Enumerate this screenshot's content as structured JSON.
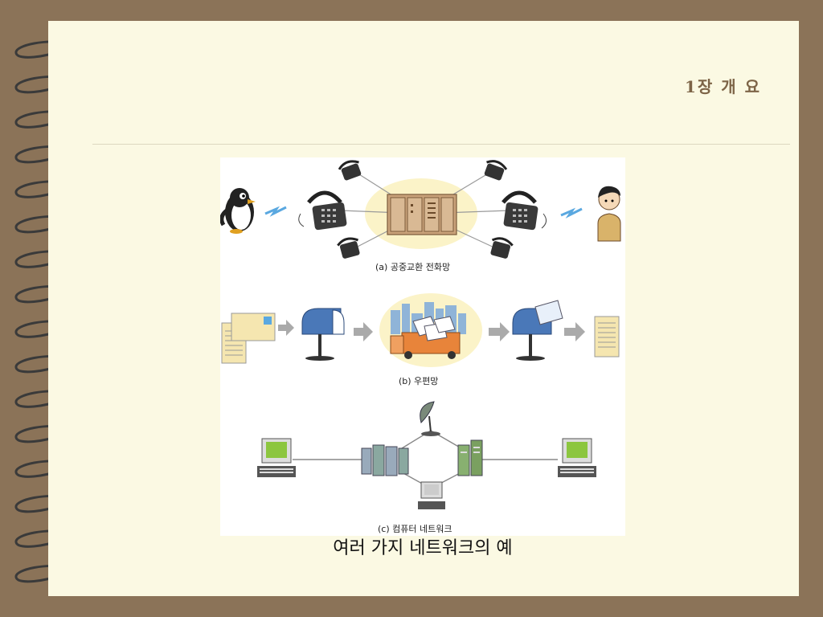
{
  "slide": {
    "title": "1장 개 요",
    "caption": "여러 가지 네트워크의 예"
  },
  "figure": {
    "panel_a_label": "(a) 공중교환 전화망",
    "panel_b_label": "(b) 우편망",
    "panel_c_label": "(c) 컴퓨터 네트워크"
  },
  "colors": {
    "background": "#8b7358",
    "paper": "#fbf9e3",
    "title": "#7d6447",
    "monitor_screen": "#8cc63f",
    "switch_body": "#c9a27a",
    "mailbox": "#4a78b8"
  }
}
